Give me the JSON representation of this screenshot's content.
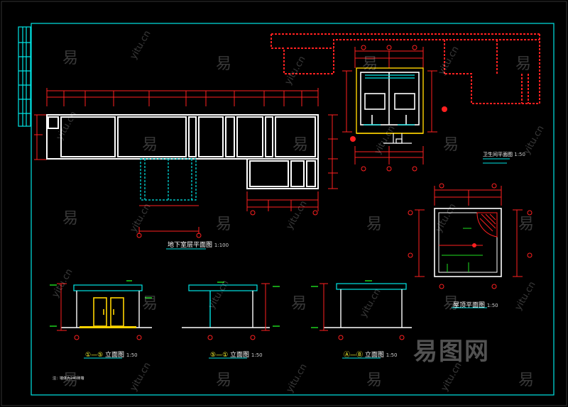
{
  "watermark": {
    "char": "易",
    "url": "yitu.cn",
    "brand": "易图网"
  },
  "captions": {
    "main_plan": "地下室层平面图",
    "main_plan_scale": "1:100",
    "elev_a_num": "①—⑤",
    "elev_a_label": "立面图",
    "elev_a_scale": "1:50",
    "elev_b_num": "⑤—①",
    "elev_b_label": "立面图",
    "elev_b_scale": "1:50",
    "elev_c_num": "Ⓐ—Ⓑ",
    "elev_c_label": "立面图",
    "elev_c_scale": "1:50",
    "roof_plan": "屋顶平面图",
    "roof_plan_scale": "1:50",
    "toilet_plan": "卫生间平面图",
    "toilet_plan_scale": "1:50",
    "note": "注：墙体为240砖墙"
  },
  "colors": {
    "frame": "#00e5e5",
    "wall": "#ffffff",
    "dim": "#ff2020",
    "axis": "#ff2020",
    "window": "#00e5e5",
    "door": "#ffd400",
    "tag": "#20e020",
    "hatch": "#ff2020"
  }
}
